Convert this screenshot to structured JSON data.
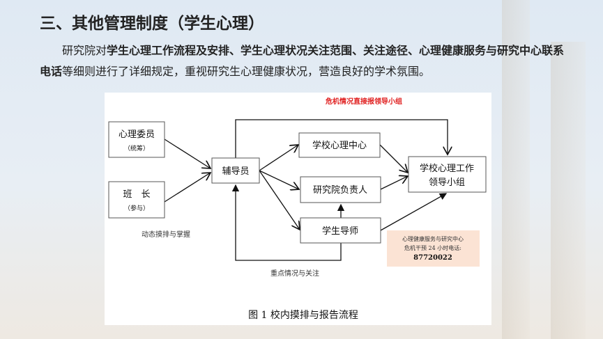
{
  "slide": {
    "title": "三、其他管理制度（学生心理）",
    "paragraph": {
      "prefix": "研究院对",
      "bold": "学生心理工作流程及安排、学生心理状况关注范围、关注途径、心理健康服务与研究中心联系电话",
      "suffix": "等细则进行了详细规定，重视研究生心理健康状况，营造良好的学术氛围。"
    }
  },
  "diagram": {
    "crisis_label": "危机情况直接报领导小组",
    "nodes": {
      "psych_committee": "心理委员",
      "psych_committee_sub": "（统筹）",
      "monitor": "班　长",
      "monitor_sub": "（参与）",
      "counselor": "辅导员",
      "school_center": "学校心理中心",
      "institute_head": "研究院负责人",
      "advisor": "学生导师",
      "leader_group_1": "学校心理工作",
      "leader_group_2": "领导小组"
    },
    "hotline": {
      "line1": "心理健康服务与研究中心",
      "line2": "危机干预 24 小时电话:",
      "phone": "87720022"
    },
    "label_dynamic": "动态摸排与掌握",
    "label_focus": "重点情况与关注",
    "caption": "图 1  校内摸排与报告流程",
    "colors": {
      "crisis": "#e02020",
      "hotline_bg": "#fbe3d4"
    }
  }
}
